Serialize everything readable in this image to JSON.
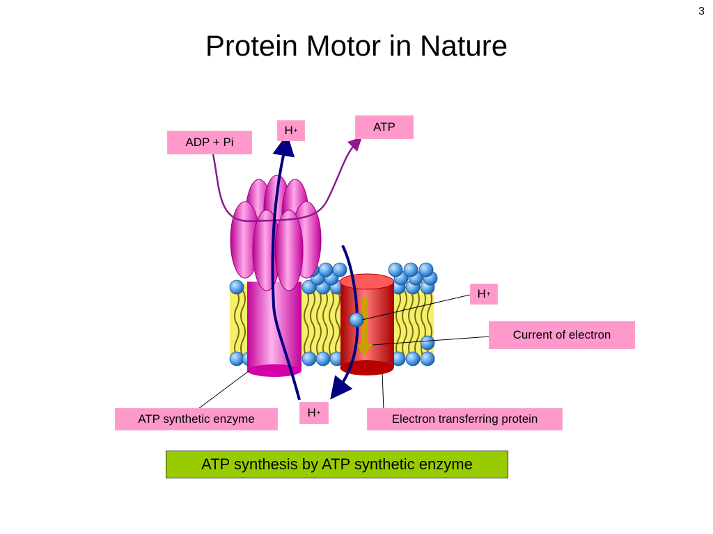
{
  "page_number": "3",
  "title": "Protein Motor in Nature",
  "labels": {
    "adp_pi": "ADP + Pi",
    "h_top_base": "H",
    "h_top_sup": "+",
    "atp": "ATP",
    "h_right_base": "H",
    "h_right_sup": "+",
    "current_of_electron": "Current of electron",
    "atp_synthetic_enzyme": "ATP synthetic enzyme",
    "h_bottom_base": "H",
    "h_bottom_sup": "+",
    "electron_transferring_protein": "Electron transferring protein"
  },
  "caption": "ATP synthesis by ATP synthetic enzyme",
  "colors": {
    "label_fill": "#ff99cc",
    "caption_fill": "#99cc00",
    "proton_arrow": "#000080",
    "reaction_arrow": "#8b1a8b",
    "membrane_fill": "#f5f06a",
    "lipid_head": "#4f9de8",
    "enzyme": "#ff33cc",
    "electron_protein": "#d80000",
    "electron_arrow": "#c8a000"
  }
}
